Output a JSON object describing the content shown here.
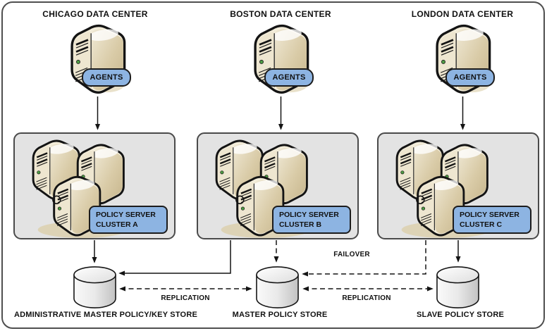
{
  "diagram": {
    "datacenters": [
      {
        "title": "CHICAGO DATA CENTER",
        "agents": "AGENTS",
        "cluster": {
          "line1": "POLICY SERVER",
          "line2": "CLUSTER A"
        }
      },
      {
        "title": "BOSTON DATA CENTER",
        "agents": "AGENTS",
        "cluster": {
          "line1": "POLICY SERVER",
          "line2": "CLUSTER B"
        }
      },
      {
        "title": "LONDON DATA CENTER",
        "agents": "AGENTS",
        "cluster": {
          "line1": "POLICY SERVER",
          "line2": "CLUSTER C"
        }
      }
    ],
    "stores": [
      {
        "label": "ADMINISTRATIVE MASTER POLICY/KEY STORE"
      },
      {
        "label": "MASTER POLICY STORE"
      },
      {
        "label": "SLAVE POLICY STORE"
      }
    ],
    "flow_labels": {
      "failover": "FAILOVER",
      "replication_admin_master": "REPLICATION",
      "replication_master_slave": "REPLICATION"
    },
    "colors": {
      "accent_blue": "#8DB4E2",
      "cluster_gray": "#E3E3E3",
      "line": "#141414"
    }
  }
}
